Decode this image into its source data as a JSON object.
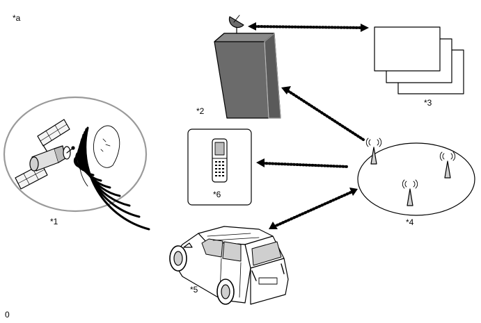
{
  "header": {
    "tag": "*a"
  },
  "footer": {
    "code": "0"
  },
  "labels": {
    "satellite": "*1",
    "tower": "*2",
    "servers": "*3",
    "network": "*4",
    "vehicle": "*5",
    "phone": "*6"
  },
  "icons": [
    "satellite-icon",
    "building-icon",
    "satellite-dish-icon",
    "document-stack-icon",
    "antenna-icon",
    "mobile-phone-icon",
    "vehicle-icon",
    "globe-icon"
  ],
  "colors": {
    "line": "#000000",
    "tower_fill": "#6b6b6b",
    "ring": "#9a9a9a"
  }
}
